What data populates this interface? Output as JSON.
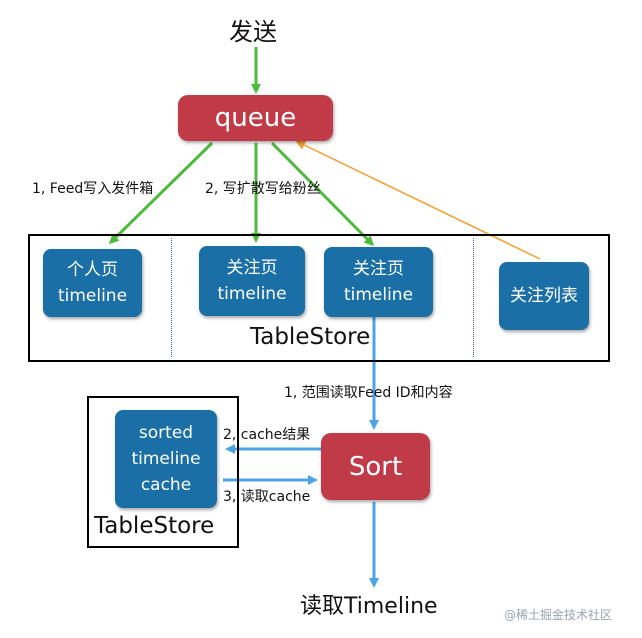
{
  "colors": {
    "queue_red": "#c13a48",
    "box_blue": "#1a6fa6",
    "arrow_green": "#4cbb3a",
    "arrow_blue": "#4ba3e8",
    "arrow_orange": "#f5a030",
    "frame": "#000000"
  },
  "title_send": "发送",
  "queue": {
    "label": "queue"
  },
  "edges": {
    "feed_write": "1, Feed写入发件箱",
    "fanout_write": "2, 写扩散写给粉丝",
    "range_read": "1, 范围读取Feed ID和内容",
    "cache_result": "2, cache结果",
    "read_cache": "3, 读取cache"
  },
  "tablestore_top": {
    "label": "TableStore",
    "personal_page": {
      "line1": "个人页",
      "line2": "timeline"
    },
    "follow_page_1": {
      "line1": "关注页",
      "line2": "timeline"
    },
    "follow_page_2": {
      "line1": "关注页",
      "line2": "timeline"
    },
    "follow_list": {
      "label": "关注列表"
    }
  },
  "tablestore_left": {
    "label": "TableStore",
    "sorted_cache": {
      "line1": "sorted",
      "line2": "timeline",
      "line3": "cache"
    }
  },
  "sort": {
    "label": "Sort"
  },
  "output": {
    "label": "读取Timeline"
  },
  "watermark": "@稀土掘金技术社区"
}
